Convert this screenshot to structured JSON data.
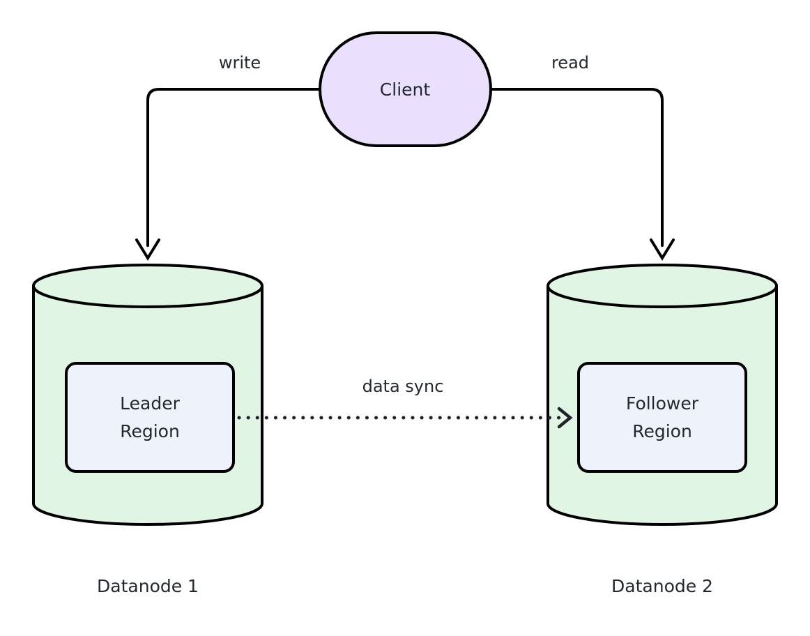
{
  "diagram": {
    "type": "architecture-diagram",
    "background_color": "#ffffff",
    "stroke_color": "#000000",
    "text_color": "#232730",
    "nodes": {
      "client": {
        "label": "Client",
        "shape": "stadium",
        "fill_color": "#eadffc"
      },
      "datanode1": {
        "caption": "Datanode 1",
        "shape": "cylinder",
        "fill_color": "#e0f5e3",
        "region": {
          "line1": "Leader",
          "line2": "Region",
          "shape": "rounded-rectangle",
          "fill_color": "#eef2fb"
        }
      },
      "datanode2": {
        "caption": "Datanode 2",
        "shape": "cylinder",
        "fill_color": "#e0f5e3",
        "region": {
          "line1": "Follower",
          "line2": "Region",
          "shape": "rounded-rectangle",
          "fill_color": "#eef2fb"
        }
      }
    },
    "edges": {
      "write": {
        "label": "write",
        "from": "client",
        "to": "datanode1",
        "style": "solid",
        "arrow": "open"
      },
      "read": {
        "label": "read",
        "from": "client",
        "to": "datanode2",
        "style": "solid",
        "arrow": "open"
      },
      "data_sync": {
        "label": "data sync",
        "from": "leader-region",
        "to": "follower-region",
        "style": "dotted",
        "arrow": "open"
      }
    }
  }
}
